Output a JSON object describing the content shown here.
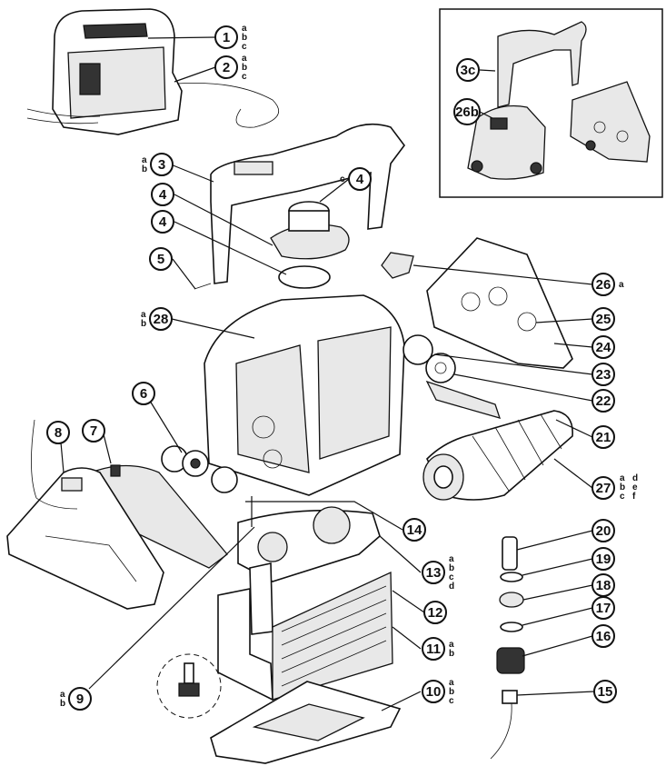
{
  "callouts": [
    {
      "id": "c1",
      "num": "1",
      "sfx": [
        "a",
        "b",
        "c"
      ]
    },
    {
      "id": "c2",
      "num": "2",
      "sfx": [
        "a",
        "b",
        "c"
      ]
    },
    {
      "id": "c3",
      "num": "3",
      "sfx": [
        "a",
        "b"
      ]
    },
    {
      "id": "c4a",
      "num": "4",
      "sfx": [
        "c"
      ]
    },
    {
      "id": "c4b",
      "num": "4",
      "sfx": []
    },
    {
      "id": "c4c",
      "num": "4",
      "sfx": []
    },
    {
      "id": "c5",
      "num": "5",
      "sfx": []
    },
    {
      "id": "c28",
      "num": "28",
      "sfx": [
        "a",
        "b"
      ]
    },
    {
      "id": "c6",
      "num": "6",
      "sfx": []
    },
    {
      "id": "c7",
      "num": "7",
      "sfx": []
    },
    {
      "id": "c8",
      "num": "8",
      "sfx": []
    },
    {
      "id": "c9",
      "num": "9",
      "sfx": [
        "a",
        "b"
      ]
    },
    {
      "id": "c10",
      "num": "10",
      "sfx": [
        "a",
        "b",
        "c"
      ]
    },
    {
      "id": "c11",
      "num": "11",
      "sfx": [
        "a",
        "b"
      ]
    },
    {
      "id": "c12",
      "num": "12",
      "sfx": []
    },
    {
      "id": "c13",
      "num": "13",
      "sfx": [
        "a",
        "b",
        "c",
        "d"
      ]
    },
    {
      "id": "c14",
      "num": "14",
      "sfx": []
    },
    {
      "id": "c15",
      "num": "15",
      "sfx": []
    },
    {
      "id": "c16",
      "num": "16",
      "sfx": []
    },
    {
      "id": "c17",
      "num": "17",
      "sfx": []
    },
    {
      "id": "c18",
      "num": "18",
      "sfx": []
    },
    {
      "id": "c19",
      "num": "19",
      "sfx": []
    },
    {
      "id": "c20",
      "num": "20",
      "sfx": []
    },
    {
      "id": "c21",
      "num": "21",
      "sfx": []
    },
    {
      "id": "c22",
      "num": "22",
      "sfx": []
    },
    {
      "id": "c23",
      "num": "23",
      "sfx": []
    },
    {
      "id": "c24",
      "num": "24",
      "sfx": []
    },
    {
      "id": "c25",
      "num": "25",
      "sfx": []
    },
    {
      "id": "c26",
      "num": "26",
      "sfx": [
        "a"
      ]
    },
    {
      "id": "c27",
      "num": "27",
      "sfx": [
        "a",
        "b",
        "c",
        "d",
        "e",
        "f"
      ]
    },
    {
      "id": "c3c",
      "num": "3c",
      "sfx": []
    },
    {
      "id": "c26b",
      "num": "26b",
      "sfx": []
    }
  ]
}
